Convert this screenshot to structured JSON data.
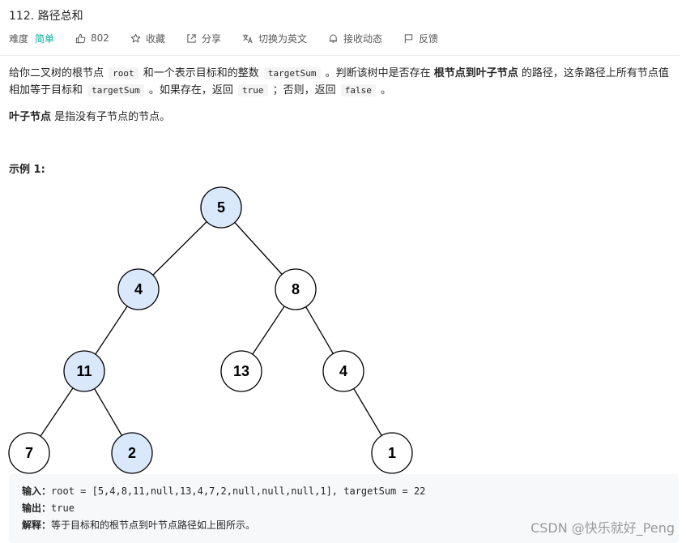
{
  "problem": {
    "title": "112. 路径总和",
    "difficulty_label": "难度",
    "difficulty_value": "简单",
    "like_count": "802",
    "actions": {
      "favorite": "收藏",
      "share": "分享",
      "switch_lang": "切换为英文",
      "subscribe": "接收动态",
      "feedback": "反馈"
    }
  },
  "description": {
    "p1": {
      "t1": "给你二叉树的根节点 ",
      "c1": "root",
      "t2": " 和一个表示目标和的整数 ",
      "c2": "targetSum",
      "t3": " 。判断该树中是否存在 ",
      "b1": "根节点到叶子节点",
      "t4": " 的路径，这条路径上所有节点值相加等于目标和 ",
      "c3": "targetSum",
      "t5": " 。如果存在，返回 ",
      "c4": "true",
      "t6": " ；否则，返回 ",
      "c5": "false",
      "t7": " 。"
    },
    "p2": {
      "b1": "叶子节点",
      "t1": " 是指没有子节点的节点。"
    }
  },
  "example": {
    "title": "示例 1:",
    "tree": {
      "nodes": [
        {
          "id": "n5",
          "value": "5",
          "highlighted": true
        },
        {
          "id": "n4a",
          "value": "4",
          "highlighted": true
        },
        {
          "id": "n8",
          "value": "8",
          "highlighted": false
        },
        {
          "id": "n11",
          "value": "11",
          "highlighted": true
        },
        {
          "id": "n13",
          "value": "13",
          "highlighted": false
        },
        {
          "id": "n4b",
          "value": "4",
          "highlighted": false
        },
        {
          "id": "n7",
          "value": "7",
          "highlighted": false
        },
        {
          "id": "n2",
          "value": "2",
          "highlighted": true
        },
        {
          "id": "n1",
          "value": "1",
          "highlighted": false
        }
      ],
      "highlight_color": "#dae8fc",
      "node_color": "#ffffff"
    },
    "input_label": "输入：",
    "input_value": "root = [5,4,8,11,null,13,4,7,2,null,null,null,1], targetSum = 22",
    "output_label": "输出：",
    "output_value": "true",
    "explain_label": "解释：",
    "explain_value": "等于目标和的根节点到叶节点路径如上图所示。"
  },
  "watermark": "CSDN @快乐就好_Peng",
  "colors": {
    "easy": "#00af9b",
    "text": "#262626",
    "muted": "#595959"
  }
}
